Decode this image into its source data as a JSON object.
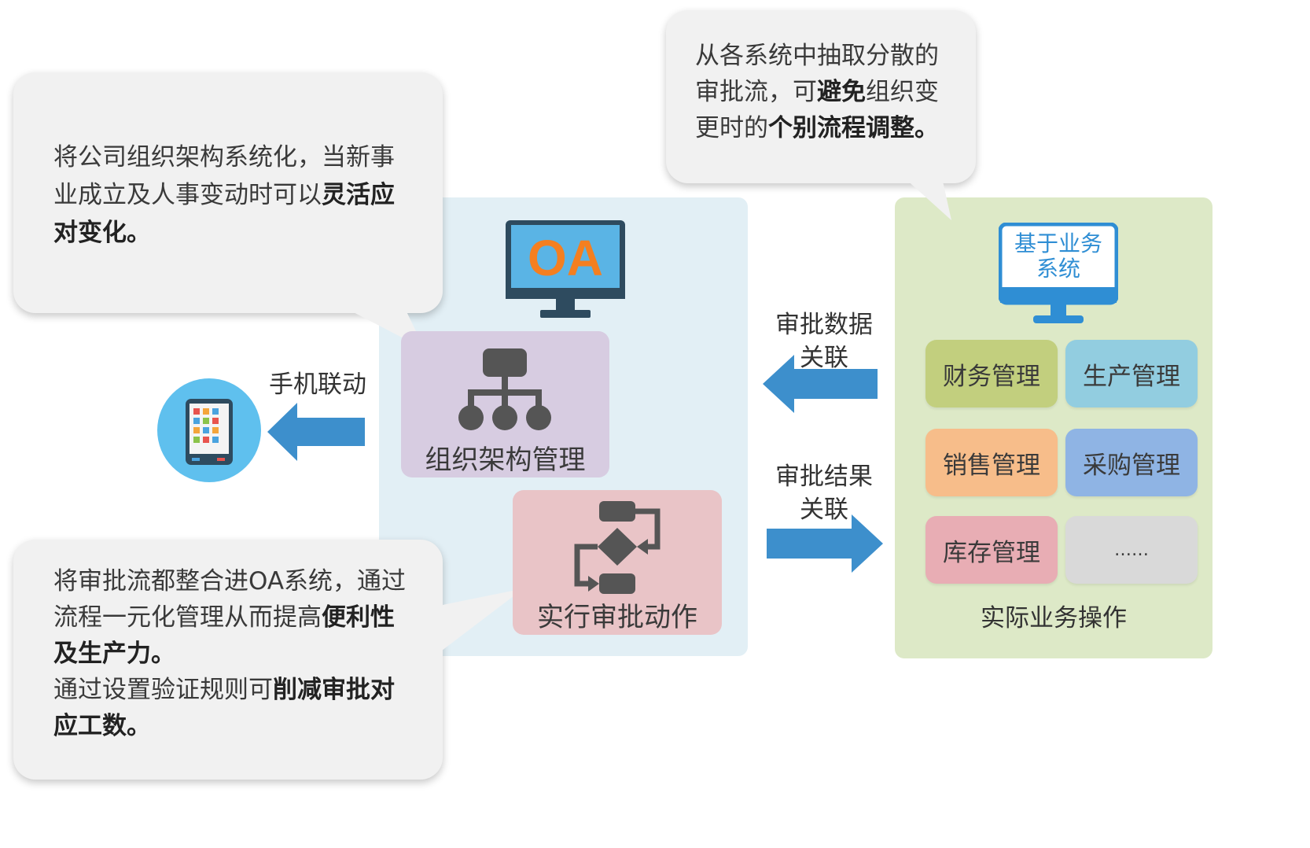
{
  "bubbles": {
    "org": {
      "line1": "将公司组织架构系统化，当新事",
      "line2a": "业成立及人事变动时可以",
      "line2b": "灵活应",
      "line3": "对变化。"
    },
    "flow": {
      "line1": "从各系统中抽取分散的",
      "line2a": "审批流，可",
      "line2b": "避免",
      "line2c": "组织变",
      "line3a": "更时的",
      "line3b": "个别流程调整。"
    },
    "approval": {
      "line1": "将审批流都整合进OA系统，通过",
      "line2a": "流程一元化管理从而提高",
      "line2b": "便利性",
      "line3": "及生产力。",
      "line4a": "通过设置验证规则可",
      "line4b": "削减审批对",
      "line5": "应工数。"
    }
  },
  "oa": {
    "monitor_text": "OA",
    "org_mgmt_label": "组织架构管理",
    "approval_action_label": "实行审批动作"
  },
  "mobile": {
    "label": "手机联动"
  },
  "arrows": {
    "data_relation": {
      "line1": "审批数据",
      "line2": "关联"
    },
    "result_relation": {
      "line1": "审批结果",
      "line2": "关联"
    }
  },
  "business": {
    "monitor_line1": "基于业务",
    "monitor_line2": "系统",
    "modules": [
      {
        "label": "财务管理",
        "color": "#c2cf7e"
      },
      {
        "label": "生产管理",
        "color": "#92cde0"
      },
      {
        "label": "销售管理",
        "color": "#f7bd8a"
      },
      {
        "label": "采购管理",
        "color": "#8fb4e4"
      },
      {
        "label": "库存管理",
        "color": "#e8adb4"
      },
      {
        "label": "……",
        "color": "#d9d9d9"
      }
    ],
    "footer": "实际业务操作"
  },
  "colors": {
    "arrow_blue": "#3d8fcc",
    "oa_panel_bg": "#e2eff5",
    "business_panel_bg": "#dde9c7",
    "org_box_bg": "#d7cce1",
    "approval_box_bg": "#e9c4c7",
    "monitor_blue": "#2f8ed4",
    "monitor_dark": "#2e4b5f",
    "oa_orange": "#f47f20",
    "icon_gray": "#555555"
  }
}
